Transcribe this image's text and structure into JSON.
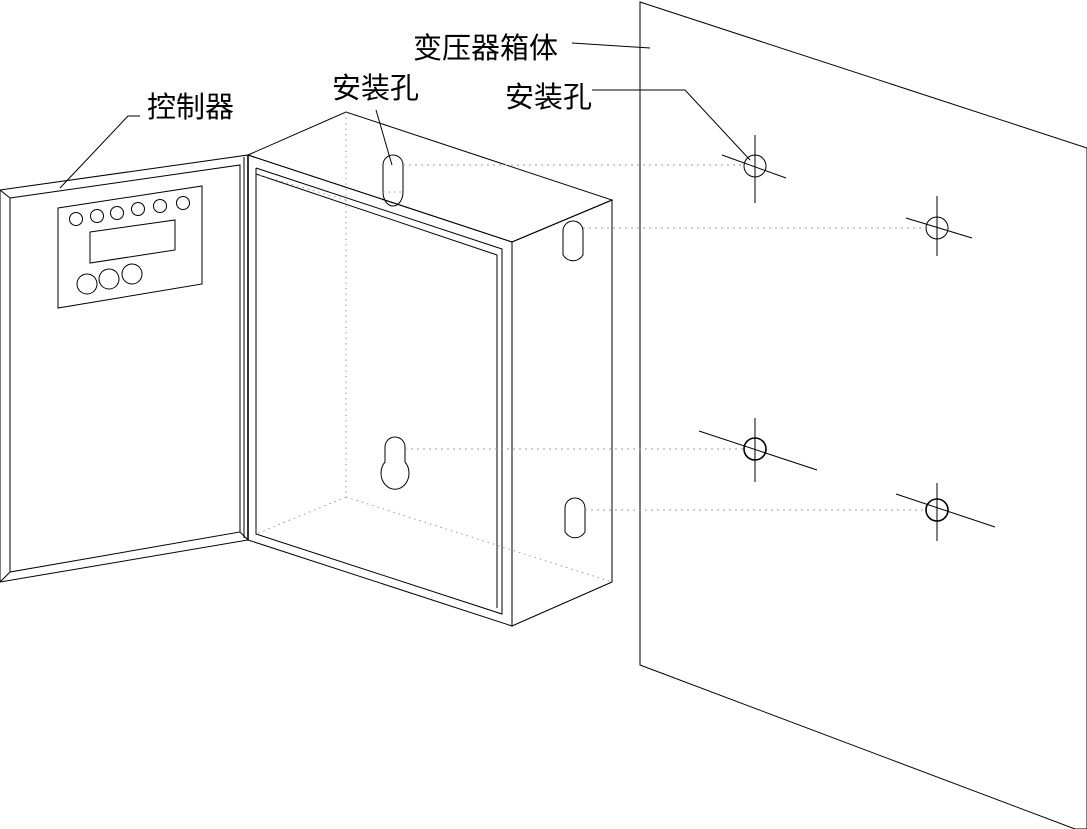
{
  "labels": {
    "controller": "控制器",
    "mount_hole_left": "安装孔",
    "transformer_box": "变压器箱体",
    "mount_hole_right": "安装孔"
  }
}
